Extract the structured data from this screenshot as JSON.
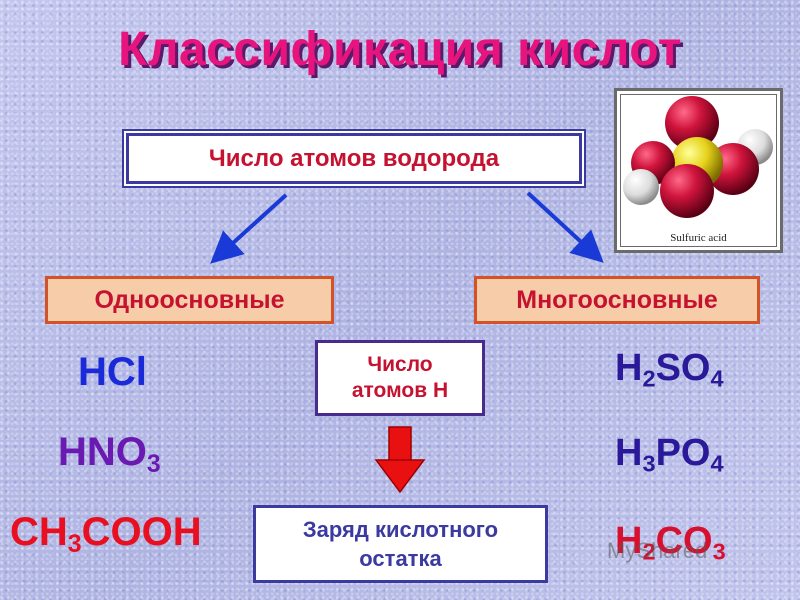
{
  "title": "Классификация кислот",
  "boxes": {
    "top": "Число атомов водорода",
    "left": "Одноосновные",
    "right": "Многоосновные",
    "middle_line1": "Число",
    "middle_line2": "атомов Н",
    "bottom_line1": "Заряд кислотного",
    "bottom_line2": "остатка"
  },
  "formulas_left": [
    {
      "parts": [
        "HCl"
      ]
    },
    {
      "parts": [
        "HNO",
        "3"
      ]
    },
    {
      "parts": [
        "CH",
        "3",
        "COOH"
      ]
    }
  ],
  "formulas_right": [
    {
      "parts": [
        "H",
        "2",
        "SO",
        "4"
      ]
    },
    {
      "parts": [
        "H",
        "3",
        "PO",
        "4"
      ]
    },
    {
      "parts": [
        "H",
        "2",
        "CO",
        "3"
      ]
    }
  ],
  "molecule": {
    "caption": "Sulfuric acid",
    "icon": "sulfuric-acid-molecule-icon"
  },
  "watermark": "MyShared",
  "colors": {
    "title": "#e8147e",
    "box_text": "#c41230",
    "blue_arrow": "#1a3ad8",
    "red_arrow": "#e81010"
  }
}
